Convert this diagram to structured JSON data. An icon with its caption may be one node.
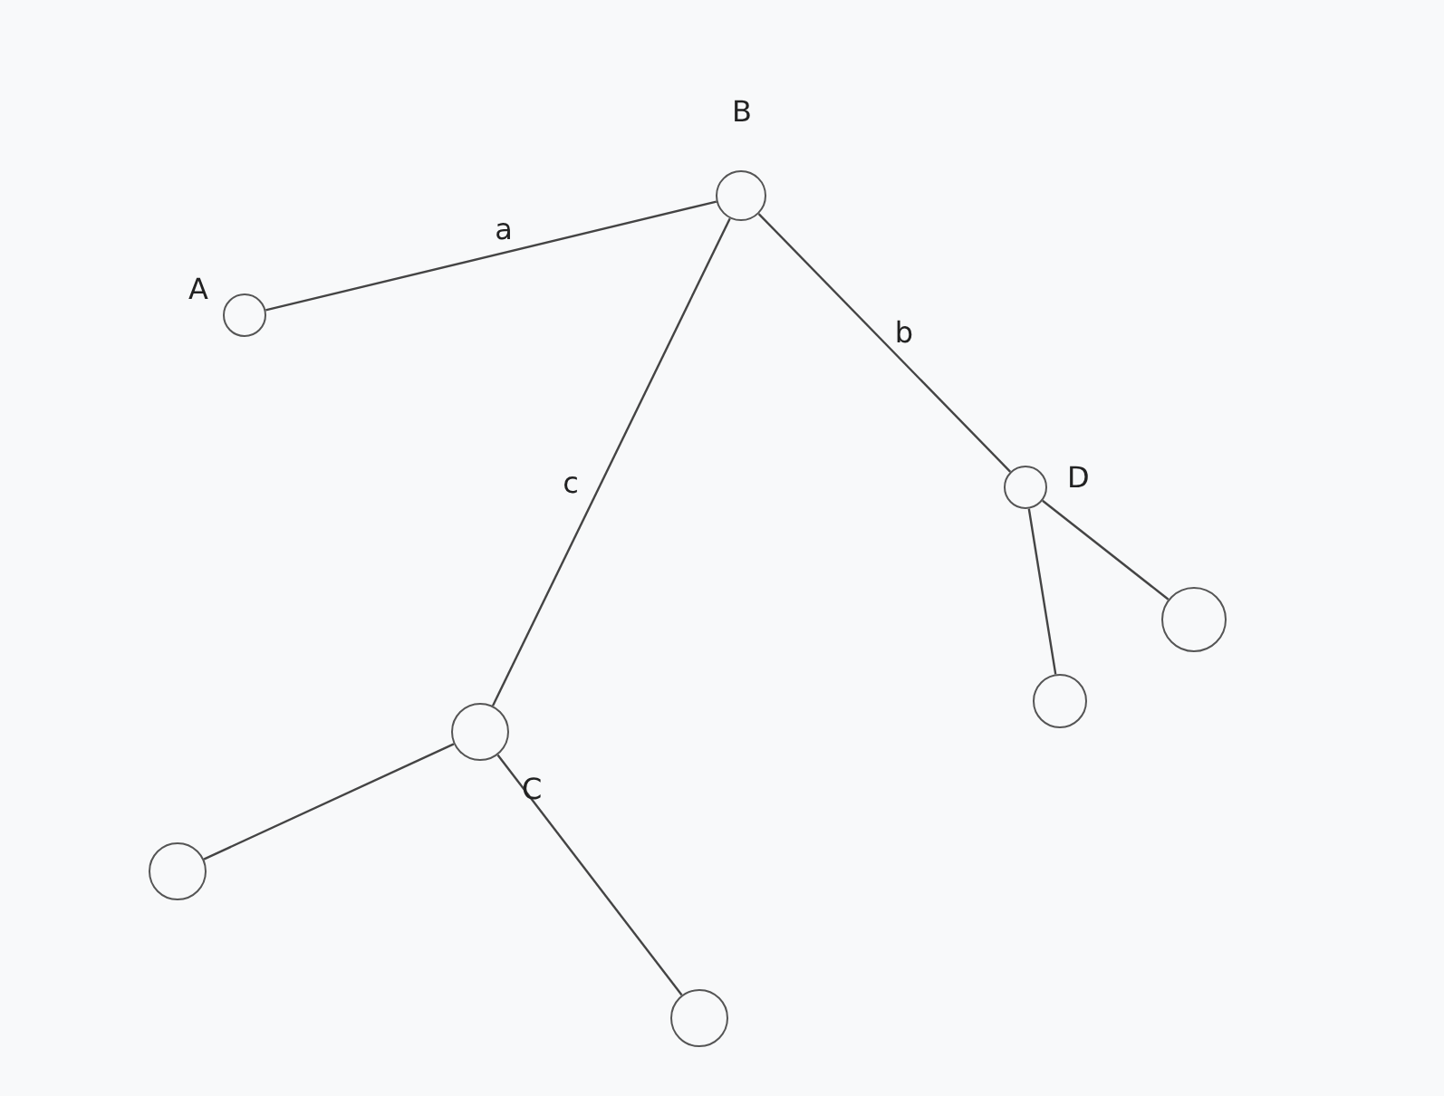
{
  "diagram": {
    "nodes": [
      {
        "text": [],
        "shape": "circle",
        "beside": [
          "A"
        ]
      },
      {
        "text": [],
        "shape": "circle",
        "beside": [
          "B"
        ]
      },
      {
        "text": [],
        "shape": "circle",
        "beside": [
          "D"
        ]
      },
      {
        "text": [],
        "shape": "circle",
        "beside": [
          "C"
        ]
      },
      {
        "text": [],
        "shape": "circle"
      },
      {
        "text": [],
        "shape": "circle"
      },
      {
        "text": [],
        "shape": "circle"
      },
      {
        "text": [],
        "shape": "circle"
      }
    ],
    "edges": [
      {
        "from": 0,
        "to": 1,
        "arrow": "none",
        "label": "a"
      },
      {
        "from": 1,
        "to": 2,
        "arrow": "none",
        "label": "b"
      },
      {
        "from": 1,
        "to": 3,
        "arrow": "none",
        "label": "c"
      },
      {
        "from": 2,
        "to": 5,
        "arrow": "none"
      },
      {
        "from": 2,
        "to": 4,
        "arrow": "none"
      },
      {
        "from": 3,
        "to": 6,
        "arrow": "none"
      },
      {
        "from": 3,
        "to": 7,
        "arrow": "none"
      }
    ]
  }
}
